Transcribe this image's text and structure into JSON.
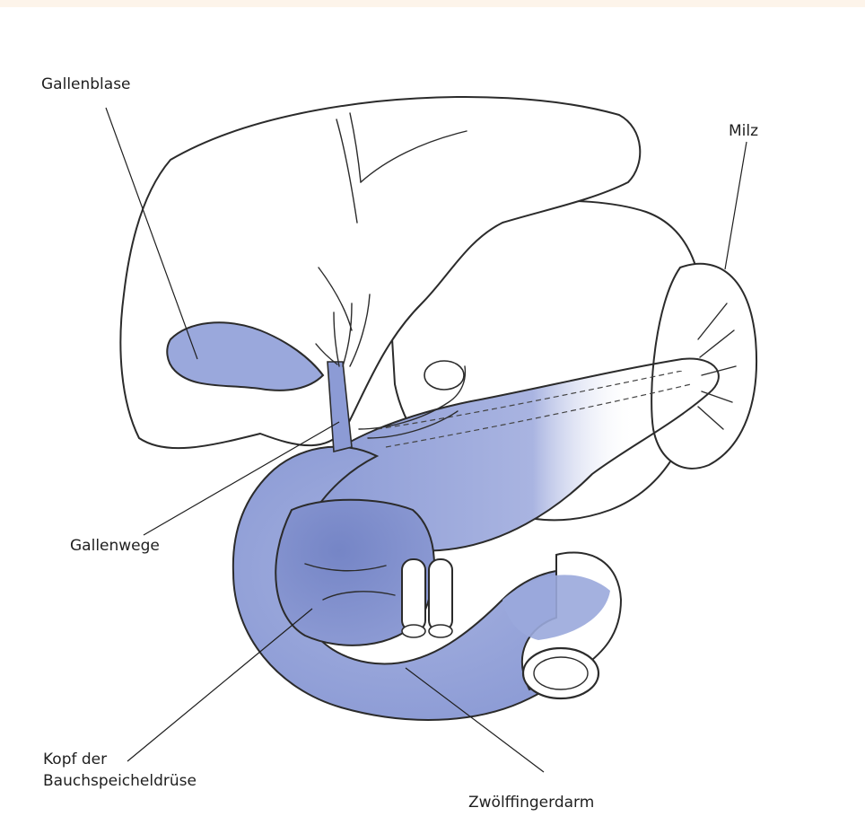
{
  "labels": {
    "gallbladder": "Gallenblase",
    "spleen": "Milz",
    "bile_ducts": "Gallenwege",
    "pancreas_head_line1": "Kopf der",
    "pancreas_head_line2": "Bauchspeicheldrüse",
    "duodenum": "Zwölffingerdarm"
  },
  "colors": {
    "highlight": "#8f9fd6",
    "highlight_dark": "#6f80c4",
    "outline": "#2b2b2b",
    "top_band": "#fdf4ea"
  },
  "icons": []
}
